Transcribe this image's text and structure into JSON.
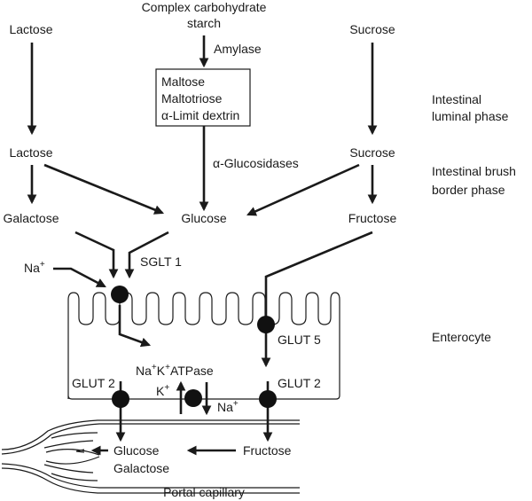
{
  "top": {
    "lactose": "Lactose",
    "starch_line1": "Complex carbohydrate",
    "starch_line2": "starch",
    "amylase": "Amylase",
    "sucrose": "Sucrose"
  },
  "box": {
    "items": [
      "Maltose",
      "Maltotriose",
      "α-Limit dextrin"
    ]
  },
  "enzyme_glucosidases": "α-Glucosidases",
  "mid": {
    "lactose": "Lactose",
    "sucrose": "Sucrose"
  },
  "monosaccharides": {
    "galactose": "Galactose",
    "glucose": "Glucose",
    "fructose": "Fructose"
  },
  "phases": {
    "luminal_line1": "Intestinal",
    "luminal_line2": "luminal phase",
    "brush_line1": "Intestinal brush",
    "brush_line2": "border phase",
    "enterocyte": "Enterocyte"
  },
  "transporters": {
    "na": "Na",
    "plus": "+",
    "sglt1": "SGLT 1",
    "glut5": "GLUT 5",
    "glut2_left": "GLUT 2",
    "glut2_right": "GLUT 2",
    "atpase": "ATPase",
    "k": "K"
  },
  "capillary": {
    "glucose": "Glucose",
    "galactose": "Galactose",
    "fructose": "Fructose",
    "label": "Portal capillary"
  }
}
